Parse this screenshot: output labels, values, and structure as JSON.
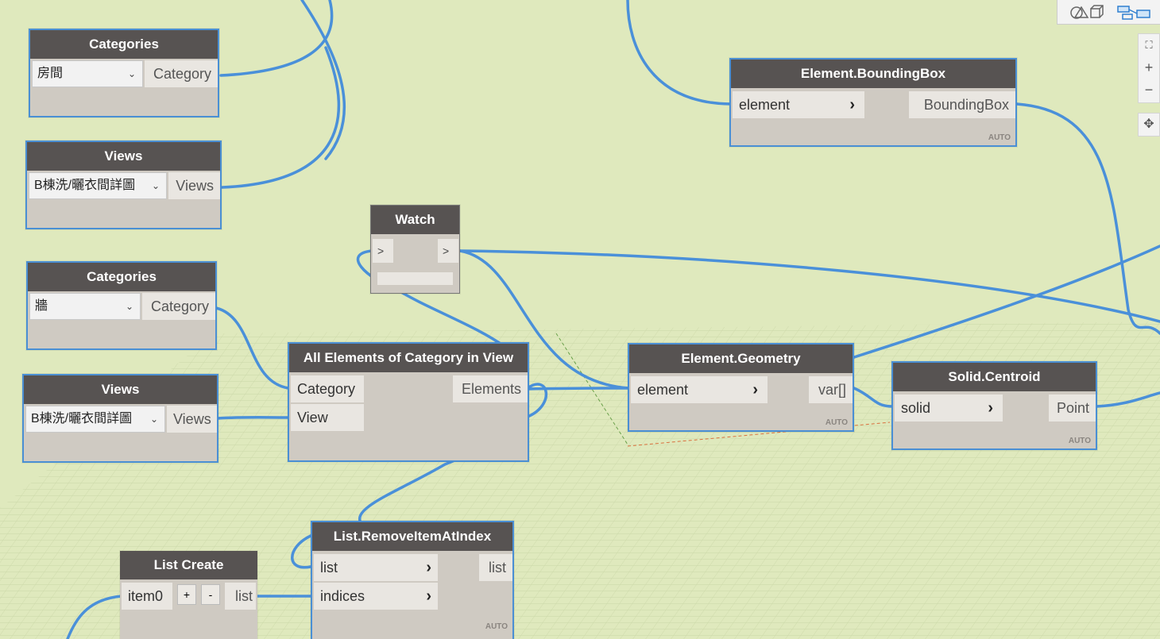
{
  "nodes": {
    "categories1": {
      "title": "Categories",
      "dropdown_value": "房間",
      "output": "Category"
    },
    "views1": {
      "title": "Views",
      "dropdown_value": "B棟洗/曬衣間詳圖",
      "output": "Views"
    },
    "watch": {
      "title": "Watch",
      "input": ">",
      "output": ">"
    },
    "categories2": {
      "title": "Categories",
      "dropdown_value": "牆",
      "output": "Category"
    },
    "views2": {
      "title": "Views",
      "dropdown_value": "B棟洗/曬衣間詳圖",
      "output": "Views"
    },
    "all_elements": {
      "title": "All Elements of Category in View",
      "inputs": [
        "Category",
        "View"
      ],
      "output": "Elements"
    },
    "bounding_box": {
      "title": "Element.BoundingBox",
      "input": "element",
      "output": "BoundingBox",
      "lacing": "AUTO"
    },
    "geometry": {
      "title": "Element.Geometry",
      "input": "element",
      "output": "var[]",
      "lacing": "AUTO"
    },
    "centroid": {
      "title": "Solid.Centroid",
      "input": "solid",
      "output": "Point",
      "lacing": "AUTO"
    },
    "remove_item": {
      "title": "List.RemoveItemAtIndex",
      "inputs": [
        "list",
        "indices"
      ],
      "output": "list",
      "lacing": "AUTO"
    },
    "list_create": {
      "title": "List Create",
      "input": "item0",
      "add_label": "+",
      "remove_label": "-",
      "output": "list"
    }
  },
  "toolbar": {
    "icons": [
      "geometry-view-icon",
      "graph-view-icon"
    ]
  },
  "zoom_controls": {
    "fit_icon": "fit-view-icon",
    "zoom_in": "+",
    "zoom_out": "−",
    "pan_icon": "pan-icon"
  },
  "colors": {
    "wire": "#4a90d9",
    "header": "#575352",
    "node_body": "#cfcac2",
    "canvas": "#dfe9bd"
  }
}
